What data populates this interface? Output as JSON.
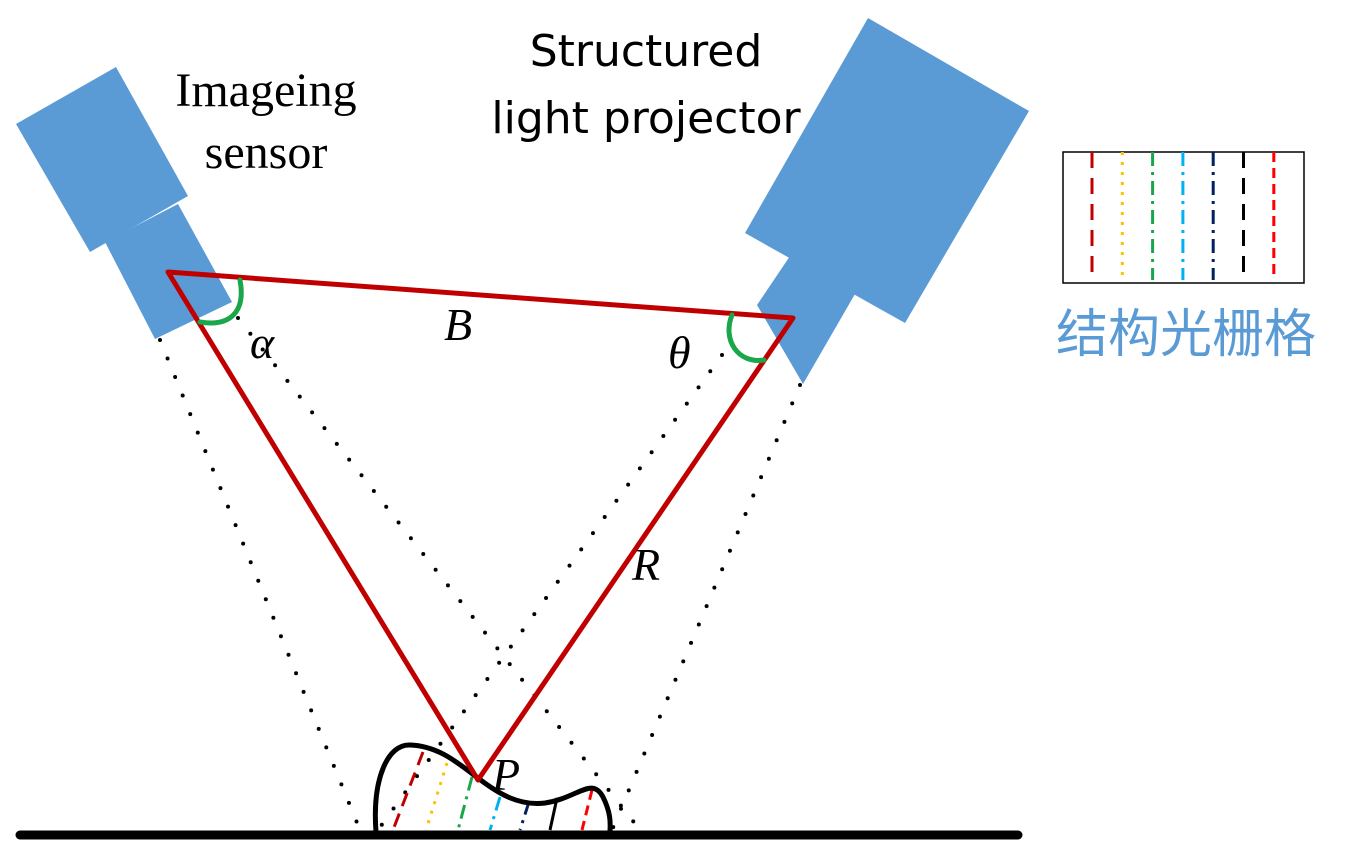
{
  "labels": {
    "sensor_line1": "Imageing",
    "sensor_line2": "sensor",
    "projector_line1": "Structured",
    "projector_line2": "light projector",
    "alpha": "α",
    "theta": "θ",
    "baseline": "B",
    "range": "R",
    "point": "P",
    "grating_caption": "结构光栅格"
  },
  "colors": {
    "device_blue": "#5b9bd5",
    "triangle_red": "#c00000",
    "angle_green": "#1aa64a",
    "caption_blue": "#5b9bd5",
    "ground_black": "#000000"
  },
  "grating_stripes": [
    {
      "color": "#c00000",
      "style": "long-dash"
    },
    {
      "color": "#ffc000",
      "style": "dot"
    },
    {
      "color": "#1aa64a",
      "style": "dash-dot"
    },
    {
      "color": "#00b0f0",
      "style": "dash-dot"
    },
    {
      "color": "#002060",
      "style": "dash-dot"
    },
    {
      "color": "#000000",
      "style": "long-dash"
    },
    {
      "color": "#ff0000",
      "style": "dash"
    }
  ]
}
